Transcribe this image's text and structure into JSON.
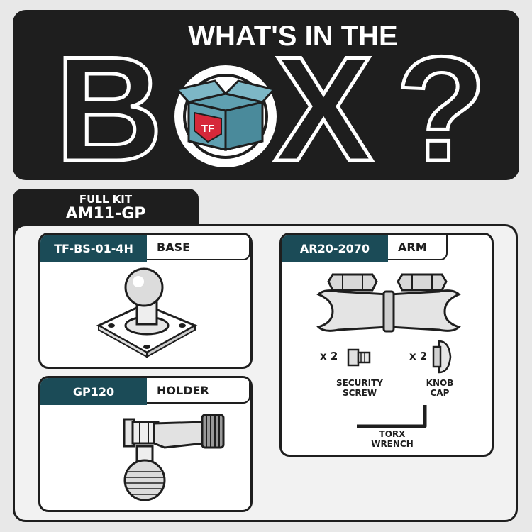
{
  "banner": {
    "heading": "WHAT'S IN THE",
    "big_b": "B",
    "big_x": "X",
    "big_q": "?",
    "logo_text": "TF"
  },
  "kit": {
    "subtitle": "FULL KIT",
    "title": "AM11-GP"
  },
  "items": {
    "base": {
      "code": "TF-BS-01-4H",
      "label": "BASE"
    },
    "holder": {
      "code": "GP120",
      "label": "HOLDER"
    },
    "arm": {
      "code": "AR20-2070",
      "label": "ARM",
      "screw_qty": "x 2",
      "screw_label_1": "SECURITY",
      "screw_label_2": "SCREW",
      "cap_qty": "x 2",
      "cap_label_1": "KNOB",
      "cap_label_2": "CAP",
      "wrench_label_1": "TORX",
      "wrench_label_2": "WRENCH"
    }
  },
  "colors": {
    "dark": "#1e1e1e",
    "teal": "#1b4b57",
    "box_blue": "#5fa0b1",
    "accent_red": "#d6283a"
  }
}
